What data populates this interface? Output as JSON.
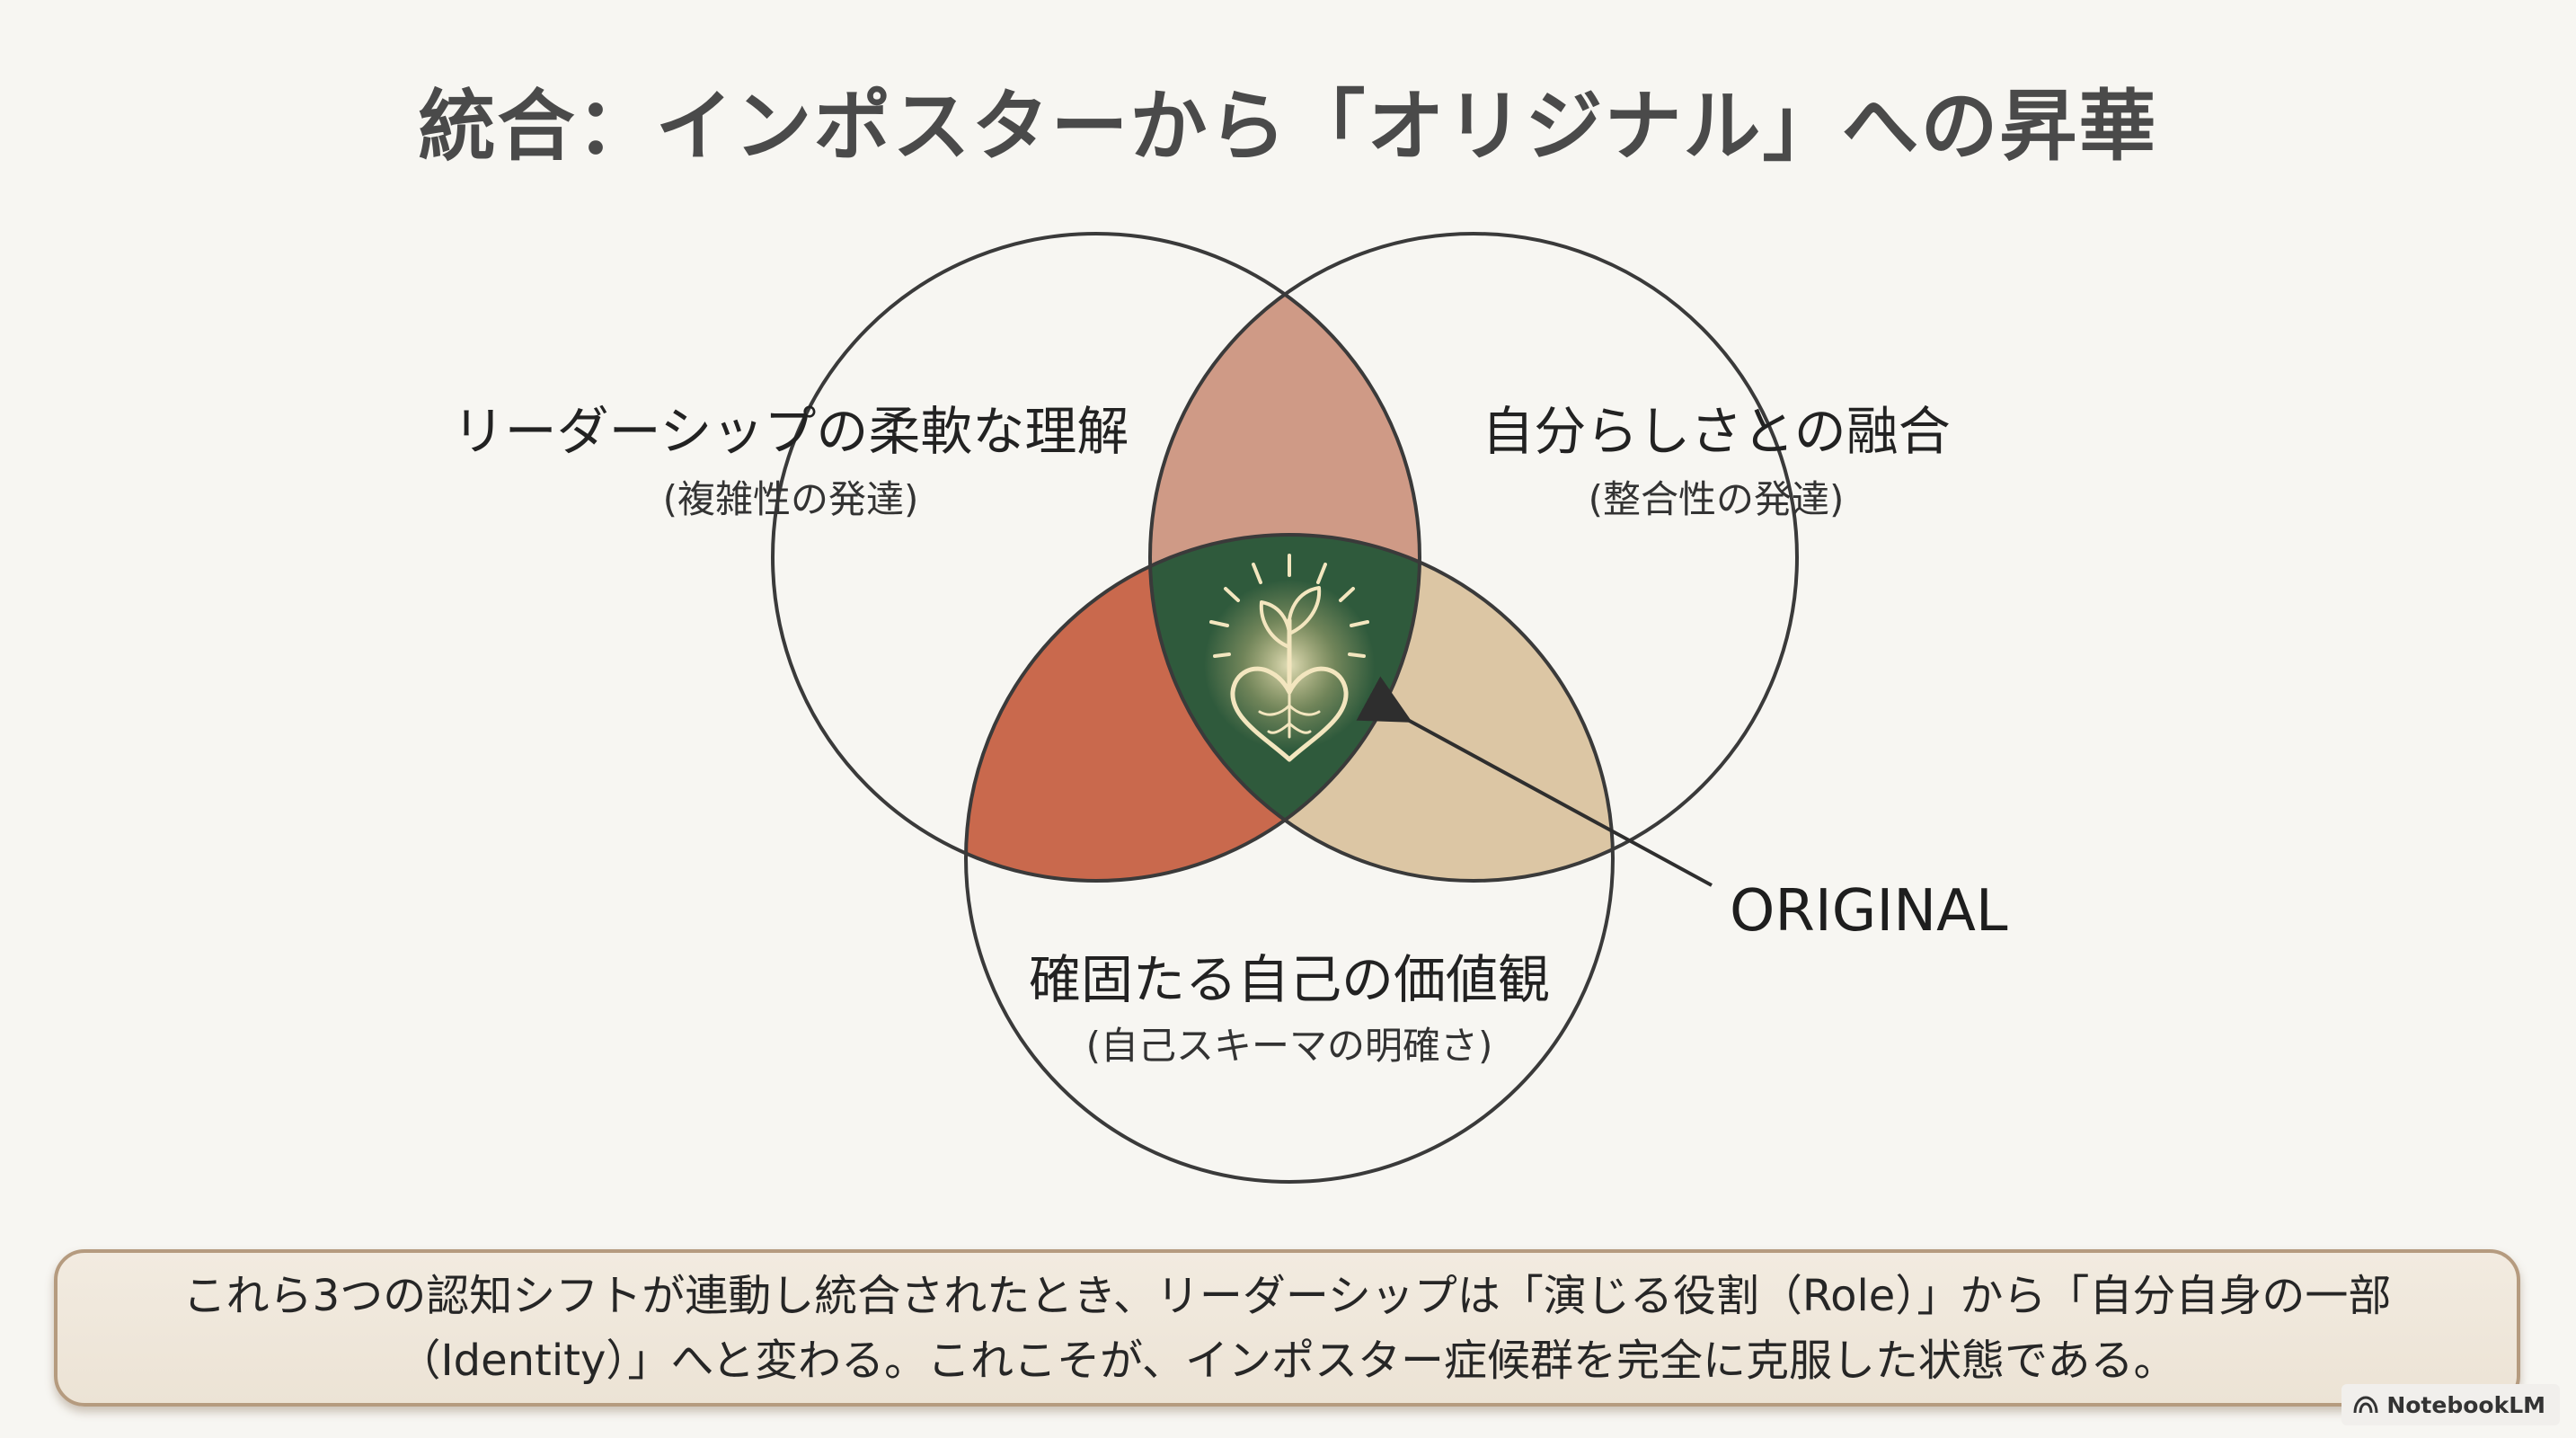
{
  "title": "統合：インポスターから「オリジナル」への昇華",
  "circles": {
    "top_left": {
      "label": "リーダーシップの柔軟な理解",
      "sublabel": "(複雑性の発達)"
    },
    "top_right": {
      "label": "自分らしさとの融合",
      "sublabel": "(整合性の発達)"
    },
    "bottom": {
      "label": "確固たる自己の価値観",
      "sublabel": "(自己スキーマの明確さ)"
    }
  },
  "center_label": "ORIGINAL",
  "center_icon": "sprouting-heart-icon",
  "colors": {
    "top_overlap": "#cf9a86",
    "left_overlap": "#c9694d",
    "right_overlap": "#dcc6a4",
    "center": "#2f5a3c",
    "outline": "#3a3a3a"
  },
  "callout": {
    "text": "これら3つの認知シフトが連動し統合されたとき、リーダーシップは「演じる役割（Role）」から「自分自身の一部（Identity）」へと変わる。これこそが、インポスター症候群を完全に克服した状態である。"
  },
  "watermark": {
    "label": "NotebookLM"
  }
}
